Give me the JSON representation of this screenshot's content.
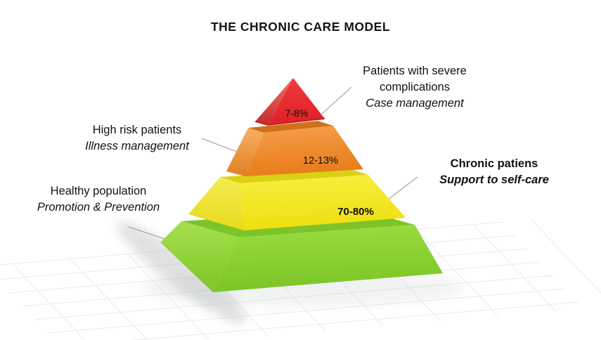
{
  "title": "THE CHRONIC CARE MODEL",
  "tiers": [
    {
      "name": "severe-complications",
      "color": "#e8272c",
      "percent": "7-8%",
      "label": {
        "title": "Patients with severe complications",
        "subtitle": "Case management"
      }
    },
    {
      "name": "high-risk",
      "color": "#ef8a2b",
      "percent": "12-13%",
      "label": {
        "title": "High risk patients",
        "subtitle": "Illness management"
      }
    },
    {
      "name": "chronic",
      "color": "#f2e41f",
      "percent": "70-80%",
      "label": {
        "title": "Chronic patiens",
        "subtitle": "Support to self-care"
      }
    },
    {
      "name": "healthy",
      "color": "#8fd433",
      "percent": "",
      "label": {
        "title": "Healthy population",
        "subtitle": "Promotion & Prevention"
      }
    }
  ]
}
